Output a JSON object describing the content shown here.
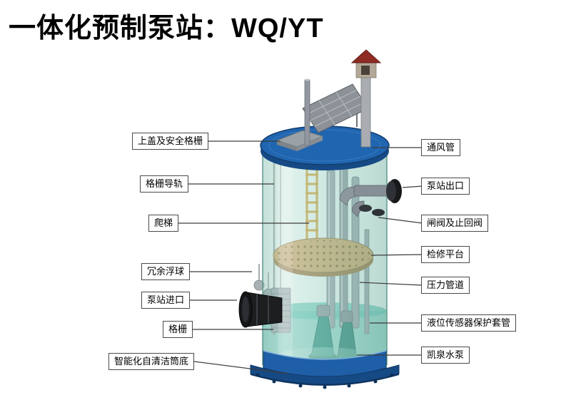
{
  "title": "一体化预制泵站：WQ/YT",
  "diagram": {
    "name": "integrated-prefabricated-pump-station",
    "labels_left": [
      {
        "text": "上盖及安全格栅"
      },
      {
        "text": "格栅导轨"
      },
      {
        "text": "爬梯"
      },
      {
        "text": "冗余浮球"
      },
      {
        "text": "泵站进口"
      },
      {
        "text": "格栅"
      },
      {
        "text": "智能化自清洁筒底"
      }
    ],
    "labels_right": [
      {
        "text": "通风管"
      },
      {
        "text": "泵站出口"
      },
      {
        "text": "闸阀及止回阀"
      },
      {
        "text": "检修平台"
      },
      {
        "text": "压力管道"
      },
      {
        "text": "液位传感器保护套管"
      },
      {
        "text": "凯泉水泵"
      }
    ]
  },
  "colors": {
    "lid-blue": "#2065b0",
    "base-blue": "#1e5fa8",
    "tank-teal": "#9fcfc4",
    "water-teal": "#4db3a2",
    "platform-tan": "#c9a062",
    "roof-red": "#8e2b22",
    "leader-line": "#3c3c3c"
  }
}
